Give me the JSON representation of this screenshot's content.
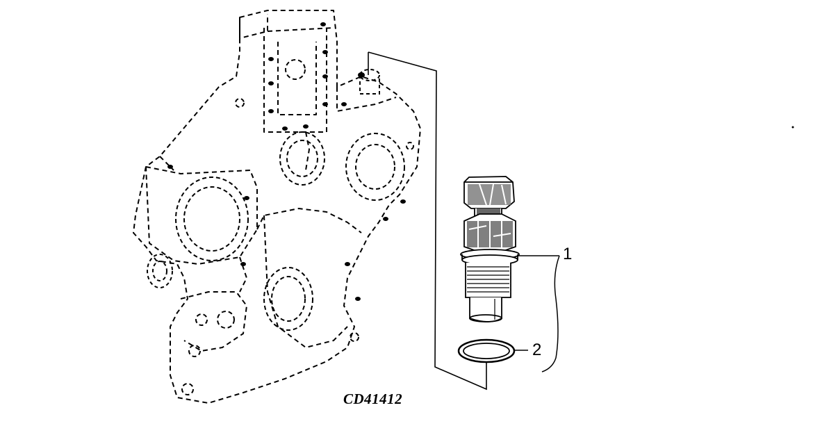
{
  "diagram": {
    "callouts": [
      {
        "number": "1"
      },
      {
        "number": "2"
      }
    ],
    "figure_code": "CD41412"
  }
}
